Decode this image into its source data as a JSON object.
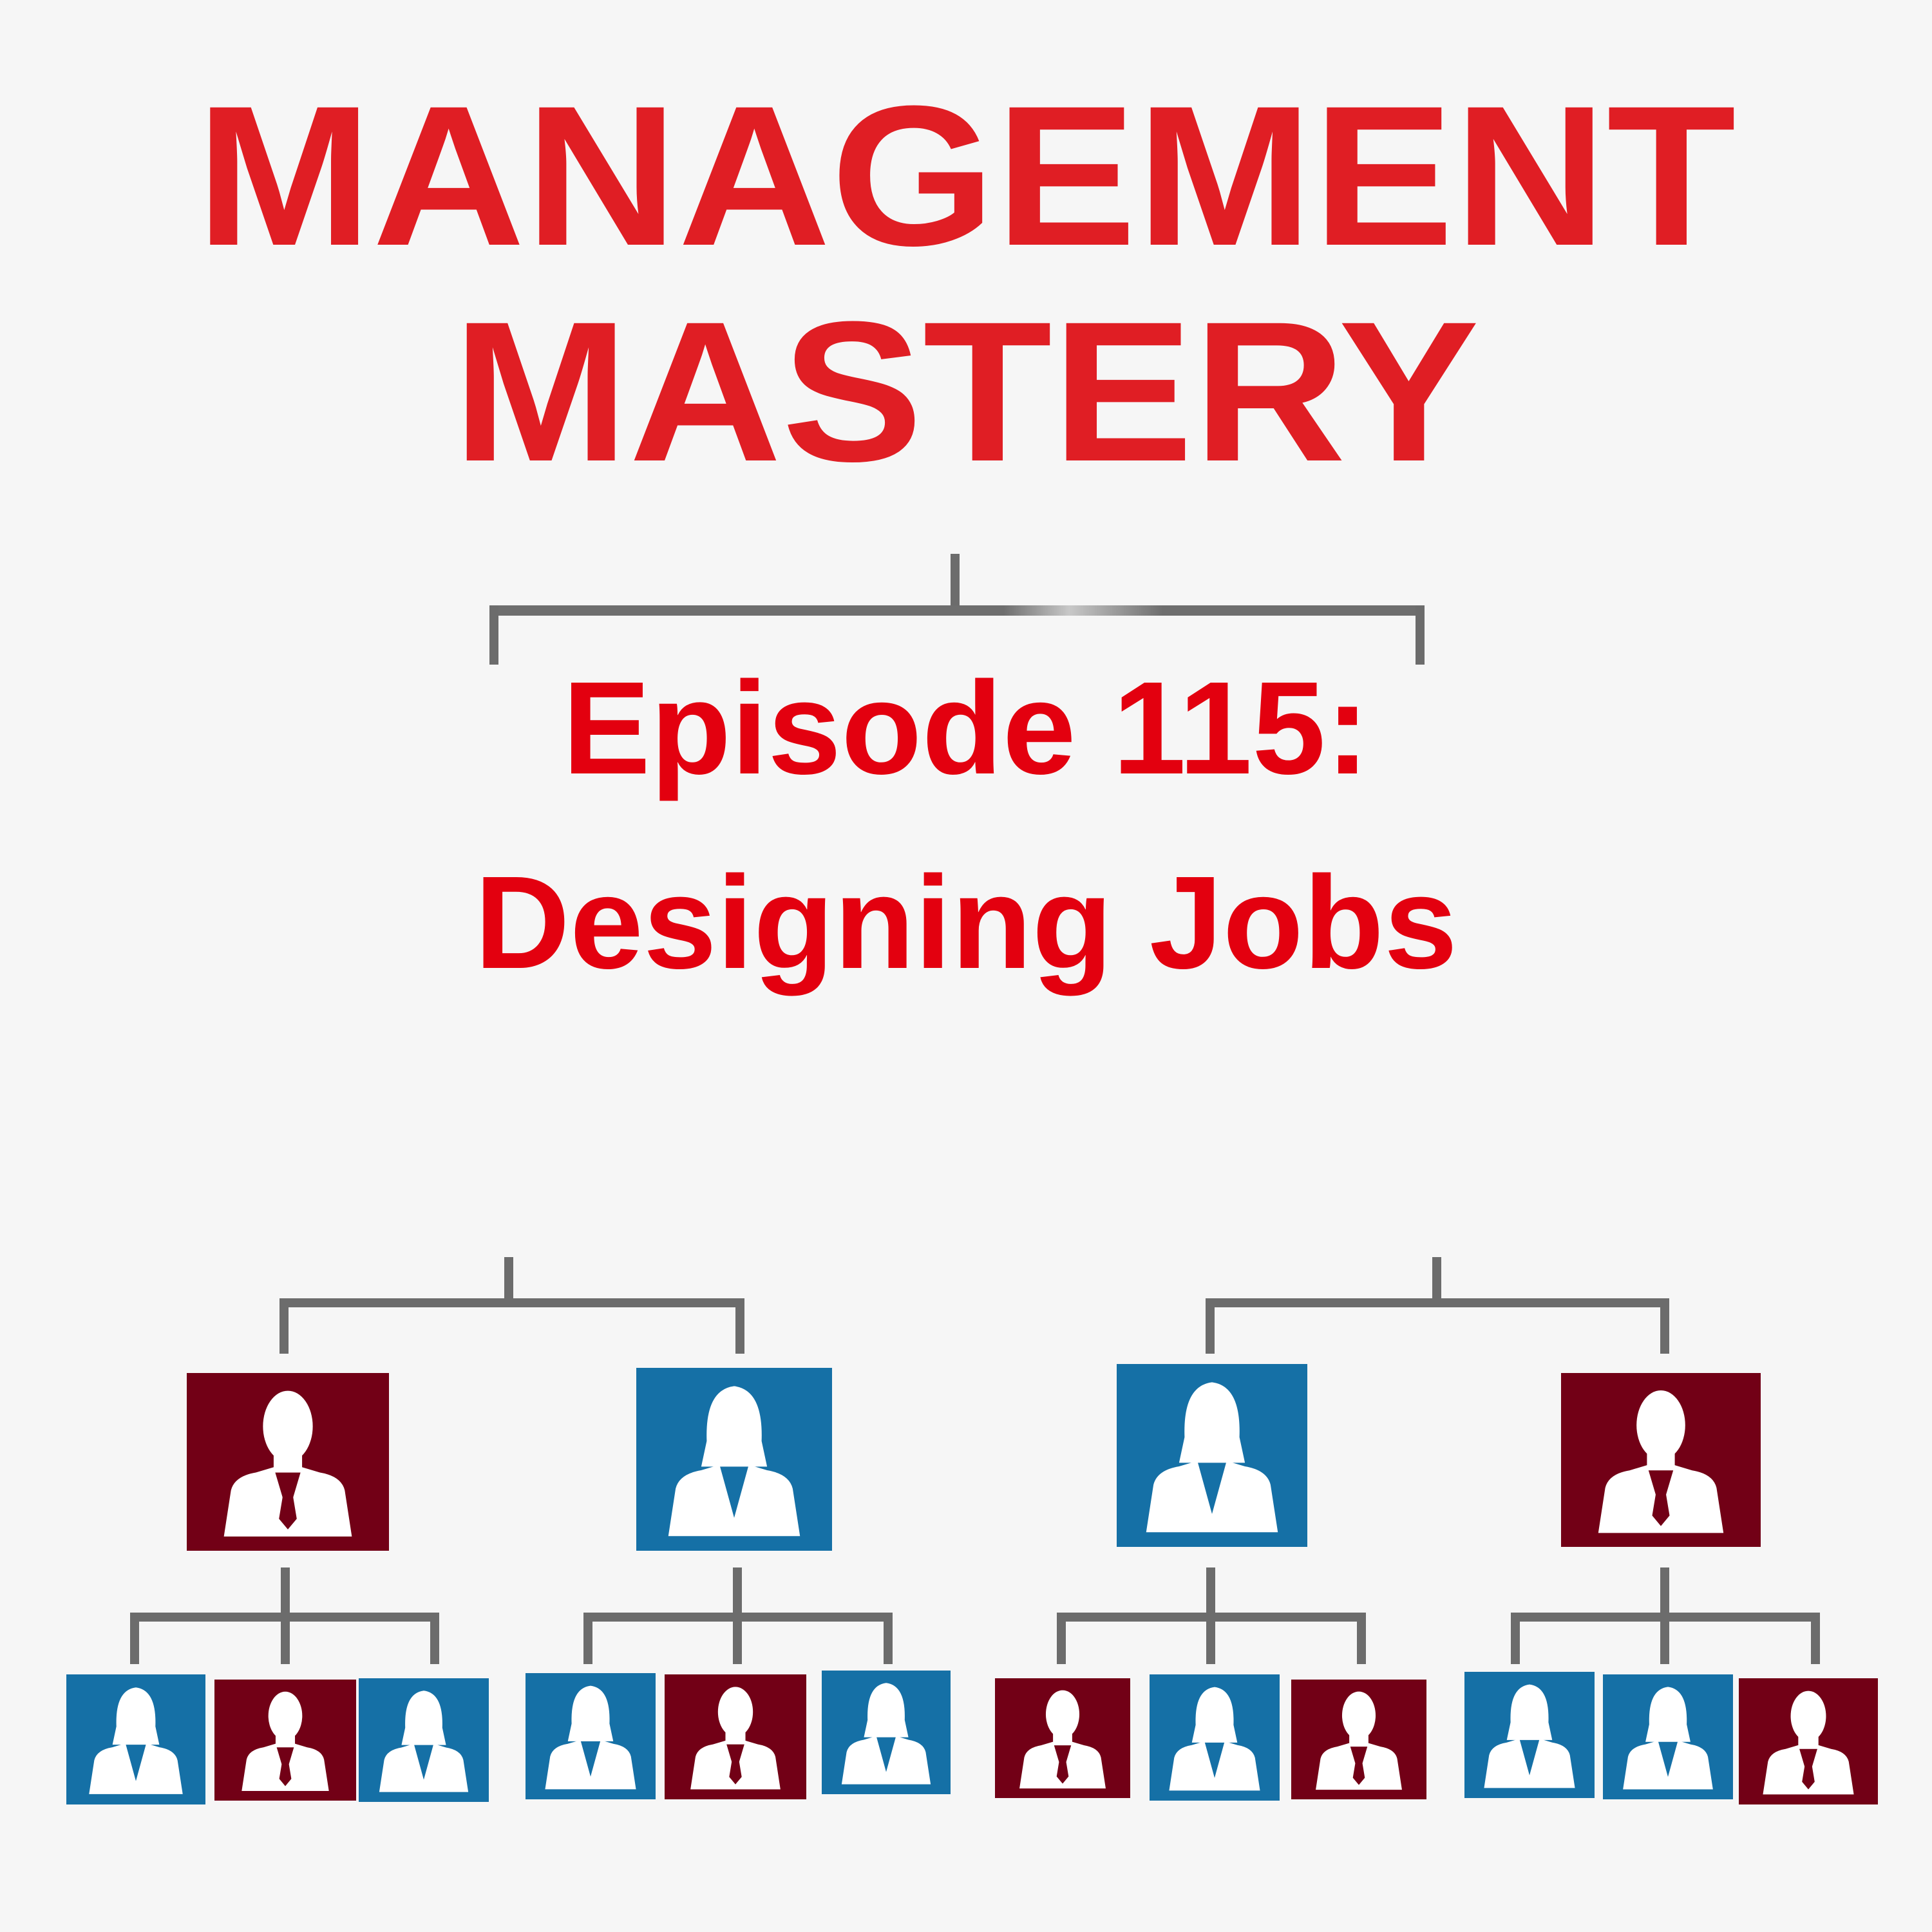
{
  "title": {
    "line1": "MANAGEMENT",
    "line2": "MASTERY"
  },
  "episode": {
    "line1": "Episode 115:",
    "line2": "Designing Jobs"
  },
  "colors": {
    "title_red": "#e01e24",
    "episode_red": "#e3000f",
    "maroon": "#720016",
    "blue": "#1570a6",
    "connector_gray": "#6c6c6c",
    "background": "#f6f6f6"
  },
  "org_chart": {
    "groups": [
      {
        "managers": [
          {
            "icon": "male-person-icon",
            "color": "maroon",
            "reports": [
              "female-person-icon:blue",
              "male-person-icon:maroon",
              "female-person-icon:blue"
            ]
          },
          {
            "icon": "female-person-icon",
            "color": "blue",
            "reports": [
              "female-person-icon:blue",
              "male-person-icon:maroon",
              "female-person-icon:blue"
            ]
          }
        ]
      },
      {
        "managers": [
          {
            "icon": "female-person-icon",
            "color": "blue",
            "reports": [
              "male-person-icon:maroon",
              "female-person-icon:blue",
              "male-person-icon:maroon"
            ]
          },
          {
            "icon": "male-person-icon",
            "color": "maroon",
            "reports": [
              "female-person-icon:blue",
              "female-person-icon:blue",
              "male-person-icon:maroon"
            ]
          }
        ]
      }
    ]
  }
}
